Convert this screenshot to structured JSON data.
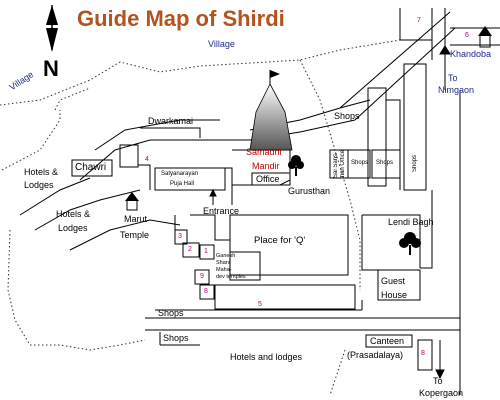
{
  "title": "Guide Map of Shirdi",
  "north_label": "N",
  "labels": {
    "village_top": "Village",
    "village_left": "Village",
    "khandoba": "Khandoba",
    "to_nimgaon_1": "To",
    "to_nimgaon_2": "Nimgaon",
    "dwarkamai": "Dwarkamai",
    "shops_top": "Shops",
    "samadhi_1": "Samadhi",
    "samadhi_2": "Mandir",
    "office": "Office",
    "sai_1": "Sai Sans-",
    "sai_2": "than Office",
    "shops_small_1": "Shops",
    "shops_small_2": "Shops",
    "shops_vertical": "Shops",
    "gurusthan": "Gurusthan",
    "chawri": "Chawri",
    "hotels_lodges_1a": "Hotels &",
    "hotels_lodges_1b": "Lodges",
    "hotels_lodges_2a": "Hotels &",
    "hotels_lodges_2b": "Lodges",
    "satyanarayan_1": "Satyanarayan",
    "satyanarayan_2": "Puja Hall",
    "entrance": "Entrance",
    "marut_1": "Marut",
    "marut_2": "Temple",
    "place_for_q": "Place for 'Q'",
    "lendi_bagh": "Lendi Bagh",
    "ganesh_1": "Ganesh",
    "ganesh_2": "Shani",
    "ganesh_3": "Maha-",
    "ganesh_4": "dev temples",
    "guest_1": "Guest",
    "guest_2": "House",
    "shops_mid": "Shops",
    "shops_bottom": "Shops",
    "canteen": "Canteen",
    "hotels_lodges_bottom": "Hotels and lodges",
    "prasadalaya": "(Prasadalaya)",
    "to_kopergaon_1": "To",
    "to_kopergaon_2": "Kopergaon"
  },
  "numbers": {
    "n7": "7",
    "n6": "6",
    "n4": "4",
    "n3": "3",
    "n2": "2",
    "n1": "1",
    "n9": "9",
    "n8": "8",
    "n5": "5",
    "n8b": "8"
  },
  "icons": {
    "compass": "north-arrow-icon",
    "temple_dome": "samadhi-mandir-dome-icon",
    "tree": "tree-icon",
    "shrine": "shrine-icon"
  },
  "colors": {
    "title": "#b3541e",
    "label_blue": "#1f2a8a",
    "label_red": "#c00000",
    "number_pink": "#b0006a"
  }
}
